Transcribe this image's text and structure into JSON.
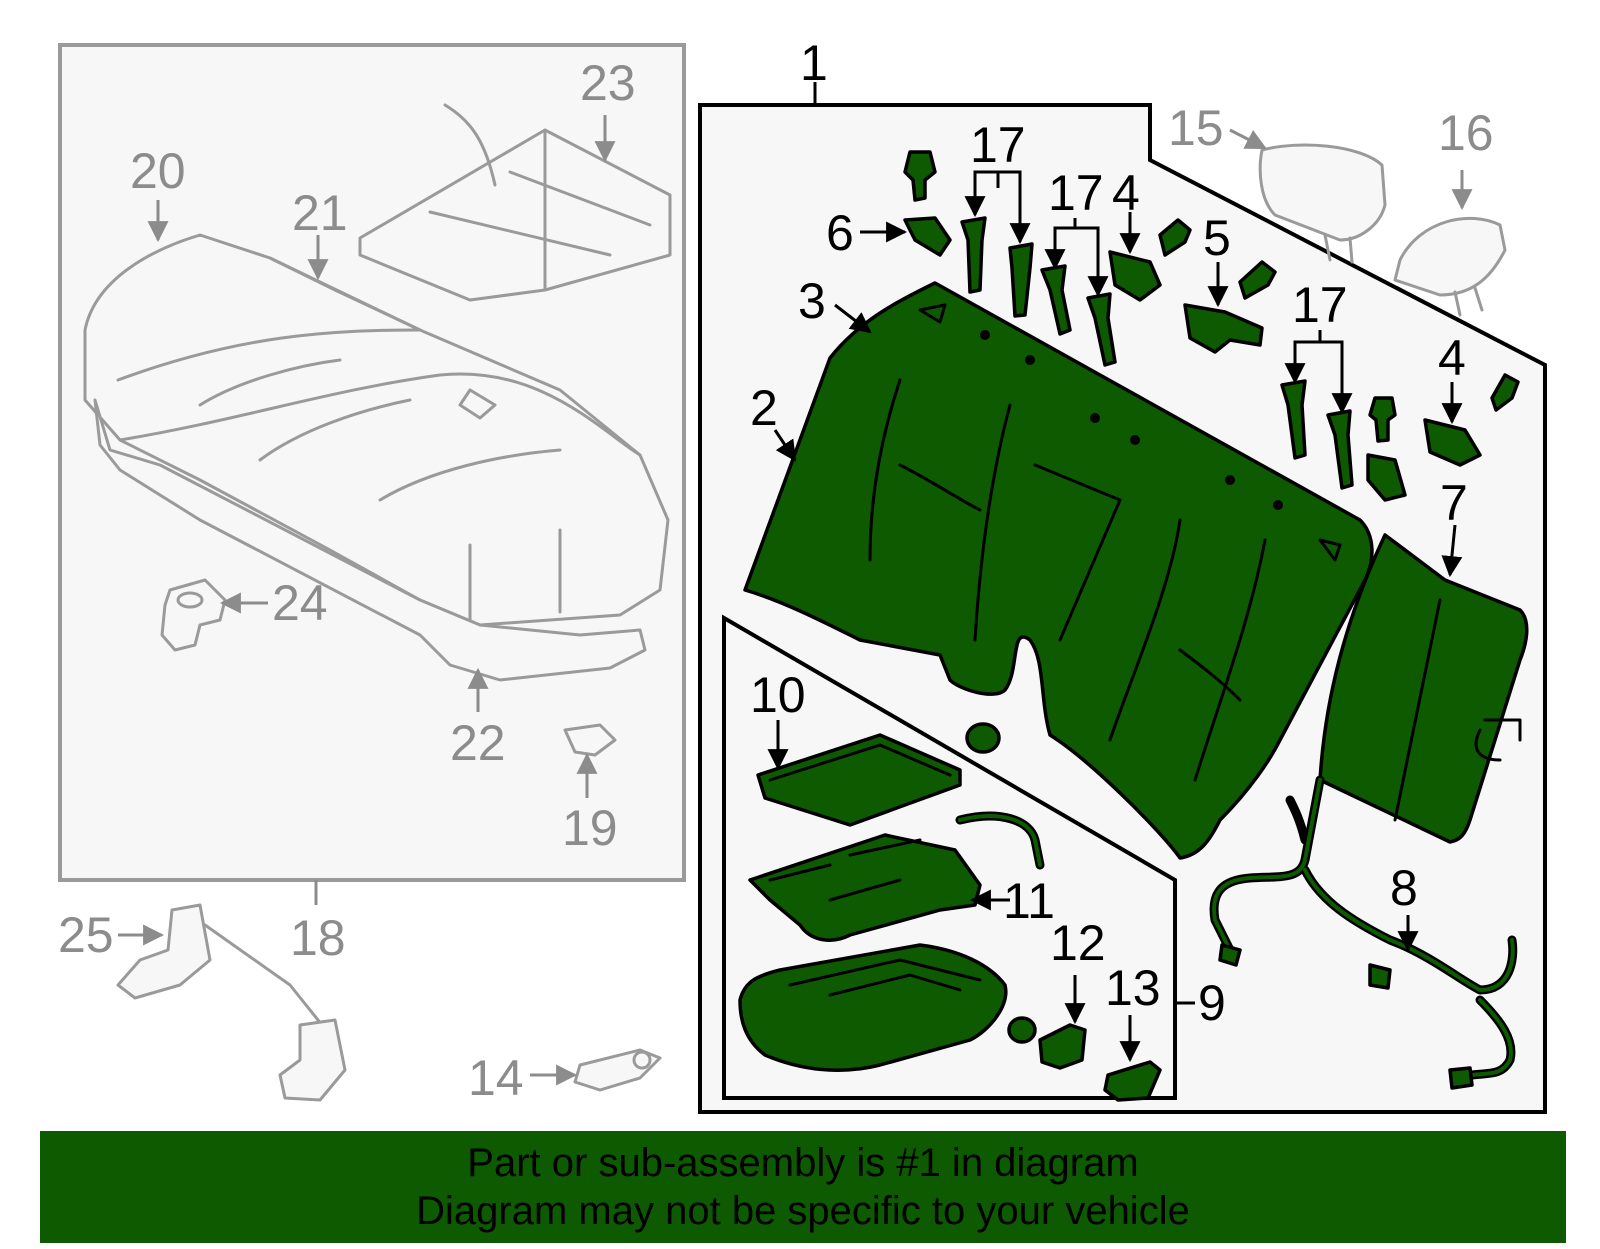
{
  "callouts": {
    "c1": "1",
    "c2": "2",
    "c3": "3",
    "c4a": "4",
    "c4b": "4",
    "c5": "5",
    "c6": "6",
    "c7": "7",
    "c8": "8",
    "c9": "9",
    "c10": "10",
    "c11": "11",
    "c12": "12",
    "c13": "13",
    "c14": "14",
    "c15": "15",
    "c16": "16",
    "c17a": "17",
    "c17b": "17",
    "c17c": "17",
    "c18": "18",
    "c19": "19",
    "c20": "20",
    "c21": "21",
    "c22": "22",
    "c23": "23",
    "c24": "24",
    "c25": "25"
  },
  "banner": {
    "line1": "Part or sub-assembly is #1 in diagram",
    "line2": "Diagram may not be specific to your vehicle"
  },
  "colors": {
    "highlight": "#0d5a00",
    "secondary_parts": "#9a9a9a",
    "panel_fill": "#f7f7f7"
  }
}
